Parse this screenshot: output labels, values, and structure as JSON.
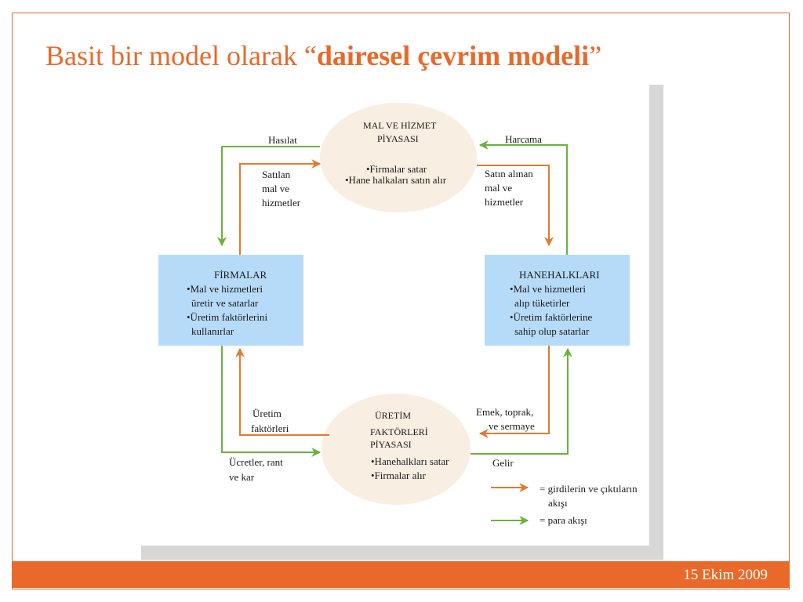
{
  "title": {
    "prefix": "Basit bir model olarak “",
    "bold": "dairesel çevrim modeli",
    "suffix": "”"
  },
  "nodes": {
    "goods_market": {
      "name_line1": "MAL VE HİZMET",
      "name_line2": "PİYASASI",
      "bullet1": "•Firmalar satar",
      "bullet2": "•Hane halkaları satın alır"
    },
    "factor_market": {
      "name_line1": "ÜRETİM",
      "name_line2": "FAKTÖRLERİ",
      "name_line3": "PİYASASI",
      "bullet1": "•Hanehalkları satar",
      "bullet2": "•Firmalar alır"
    },
    "firms": {
      "name": "FİRMALAR",
      "line1": "•Mal ve hizmetleri",
      "line2": "üretir ve satarlar",
      "line3": "•Üretim faktörlerini",
      "line4": "kullanırlar"
    },
    "households": {
      "name": "HANEHALKLARI",
      "line1": "•Mal ve hizmetleri",
      "line2": "alıp tüketirler",
      "line3": "•Üretim faktörlerine",
      "line4": "sahip olup satarlar"
    }
  },
  "flows": {
    "revenue": "Hasılat",
    "spending": "Harcama",
    "goods_sold": {
      "line1": "Satılan",
      "line2": "mal ve",
      "line3": "hizmetler"
    },
    "goods_bought": {
      "line1": "Satın alınan",
      "line2": "mal ve",
      "line3": "hizmetler"
    },
    "factors_of_production": {
      "line1": "Üretim",
      "line2": "faktörleri"
    },
    "factor_inputs": {
      "line1": "Emek, toprak,",
      "line2": "ve sermaye"
    },
    "wages": {
      "line1": "Ücretler, rant",
      "line2": "ve kar"
    },
    "income": "Gelir"
  },
  "legend": {
    "orange_line1": "= girdilerin ve çıktıların",
    "orange_line2": "akışı",
    "green": "= para akışı"
  },
  "colors": {
    "accent": "#e8692a",
    "goods_flow": "#e07b30",
    "money_flow": "#69b33c",
    "ellipse_fill": "#f9eee2",
    "box_fill": "#b6dbf8"
  },
  "footer": {
    "date": "15 Ekim 2009"
  }
}
